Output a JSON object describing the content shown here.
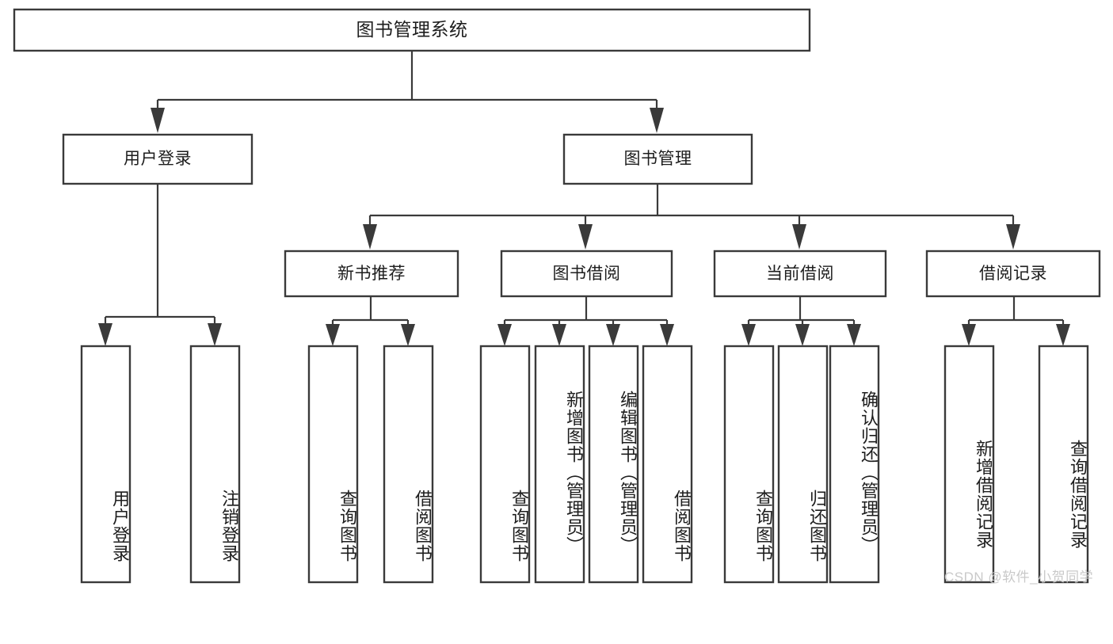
{
  "diagram": {
    "type": "tree-hierarchy",
    "title": "图书管理系统",
    "orientation": "top-down",
    "colors": {
      "box_stroke": "#3a3a3a",
      "box_fill": "#ffffff",
      "text": "#1d1d1d",
      "connector": "#3a3a3a",
      "background": "#ffffff",
      "watermark": "#c9c9c9"
    },
    "root": {
      "id": "root",
      "label": "图书管理系统",
      "level": 0
    },
    "level1": [
      {
        "id": "user-login",
        "label": "用户登录",
        "level": 1
      },
      {
        "id": "book-management",
        "label": "图书管理",
        "level": 1
      }
    ],
    "level2": [
      {
        "id": "new-book-recommend",
        "label": "新书推荐",
        "level": 2,
        "parent": "book-management"
      },
      {
        "id": "book-borrow",
        "label": "图书借阅",
        "level": 2,
        "parent": "book-management"
      },
      {
        "id": "current-borrow",
        "label": "当前借阅",
        "level": 2,
        "parent": "book-management"
      },
      {
        "id": "borrow-record",
        "label": "借阅记录",
        "level": 2,
        "parent": "book-management"
      }
    ],
    "leaves": [
      {
        "id": "leaf-user-login",
        "label": "用户登录",
        "parent": "user-login",
        "orientation": "vertical"
      },
      {
        "id": "leaf-user-logout",
        "label": "注销登录",
        "parent": "user-login",
        "orientation": "vertical"
      },
      {
        "id": "leaf-query-books-rec",
        "label": "查询图书",
        "parent": "new-book-recommend",
        "orientation": "vertical"
      },
      {
        "id": "leaf-borrow-books-rec",
        "label": "借阅图书",
        "parent": "new-book-recommend",
        "orientation": "vertical"
      },
      {
        "id": "leaf-query-books-borrow",
        "label": "查询图书",
        "parent": "book-borrow",
        "orientation": "vertical"
      },
      {
        "id": "leaf-add-book-admin",
        "label": "新增图书（管理员）",
        "parent": "book-borrow",
        "orientation": "vertical"
      },
      {
        "id": "leaf-edit-book-admin",
        "label": "编辑图书（管理员）",
        "parent": "book-borrow",
        "orientation": "vertical"
      },
      {
        "id": "leaf-borrow-book",
        "label": "借阅图书",
        "parent": "book-borrow",
        "orientation": "vertical"
      },
      {
        "id": "leaf-query-books-current",
        "label": "查询图书",
        "parent": "current-borrow",
        "orientation": "vertical"
      },
      {
        "id": "leaf-return-book",
        "label": "归还图书",
        "parent": "current-borrow",
        "orientation": "vertical"
      },
      {
        "id": "leaf-confirm-return-admin",
        "label": "确认归还（管理员）",
        "parent": "current-borrow",
        "orientation": "vertical"
      },
      {
        "id": "leaf-add-borrow-record",
        "label": "新增借阅记录",
        "parent": "borrow-record",
        "orientation": "vertical"
      },
      {
        "id": "leaf-query-borrow-record",
        "label": "查询借阅记录",
        "parent": "borrow-record",
        "orientation": "vertical"
      }
    ]
  },
  "watermark": {
    "text": "CSDN @软件_小贺同学"
  }
}
